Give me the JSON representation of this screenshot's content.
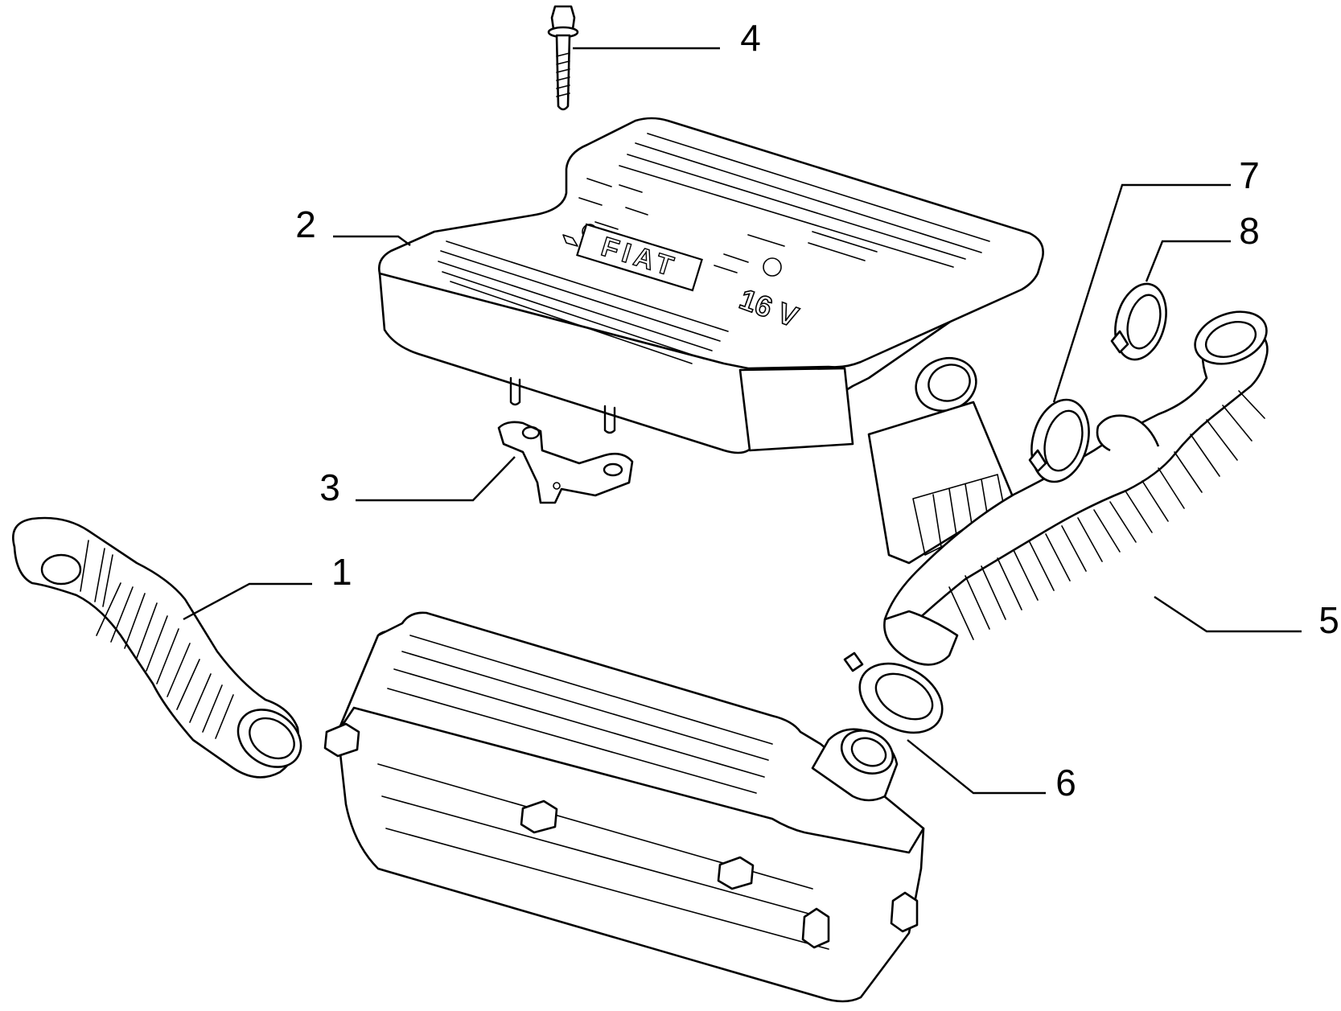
{
  "callouts": [
    {
      "id": "1",
      "label": "1"
    },
    {
      "id": "2",
      "label": "2"
    },
    {
      "id": "3",
      "label": "3"
    },
    {
      "id": "4",
      "label": "4"
    },
    {
      "id": "5",
      "label": "5"
    },
    {
      "id": "6",
      "label": "6"
    },
    {
      "id": "7",
      "label": "7"
    },
    {
      "id": "8",
      "label": "8"
    }
  ],
  "cover_logo": {
    "brand": "FIAT",
    "engine": "16 V"
  }
}
